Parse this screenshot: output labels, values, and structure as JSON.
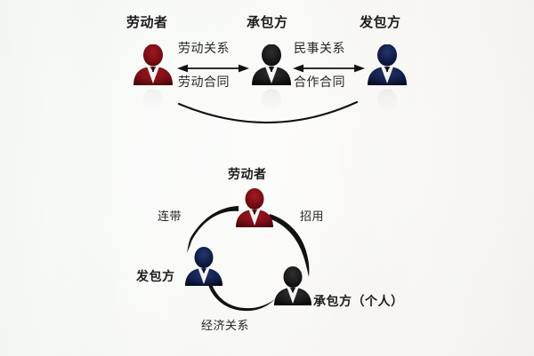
{
  "diagram": {
    "title_visible": false,
    "background_color": "#f5f7f4",
    "ink_color": "#111111"
  },
  "top_diagram": {
    "name": "labor-dispatch-chain",
    "nodes": [
      {
        "id": "worker",
        "label": "劳动者",
        "icon": "person-icon",
        "color": "#8c1017"
      },
      {
        "id": "contractor",
        "label": "承包方",
        "icon": "person-icon",
        "color": "#1a1a1a"
      },
      {
        "id": "employer",
        "label": "发包方",
        "icon": "person-icon",
        "color": "#111f45"
      }
    ],
    "connectors": [
      {
        "id": "worker-contractor",
        "from": "worker",
        "to": "contractor",
        "style": "double-arrow",
        "label_above": "劳动关系",
        "label_below": "劳动合同"
      },
      {
        "id": "contractor-employer",
        "from": "contractor",
        "to": "employer",
        "style": "double-arrow",
        "label_above": "民事关系",
        "label_below": "合作合同"
      },
      {
        "id": "worker-employer-arc",
        "from": "worker",
        "to": "employer",
        "style": "plain-arc",
        "label_above": "",
        "label_below": ""
      }
    ]
  },
  "bottom_diagram": {
    "name": "individual-contractor-triangle",
    "nodes": [
      {
        "id": "worker",
        "label": "劳动者",
        "icon": "person-icon",
        "color": "#8c1017",
        "label_position": "top"
      },
      {
        "id": "employer",
        "label": "发包方",
        "icon": "person-icon",
        "color": "#111f45",
        "label_position": "left"
      },
      {
        "id": "contractor",
        "label": "承包方（个人）",
        "icon": "person-icon",
        "color": "#1a1a1a",
        "label_position": "right"
      }
    ],
    "connectors": [
      {
        "id": "employer-worker",
        "from": "employer",
        "to": "worker",
        "style": "tapered-arc",
        "label": "连带"
      },
      {
        "id": "worker-contractor",
        "from": "worker",
        "to": "contractor",
        "style": "tapered-arc",
        "label": "招用"
      },
      {
        "id": "employer-contractor",
        "from": "employer",
        "to": "contractor",
        "style": "tapered-arc",
        "label": "经济关系"
      }
    ]
  }
}
